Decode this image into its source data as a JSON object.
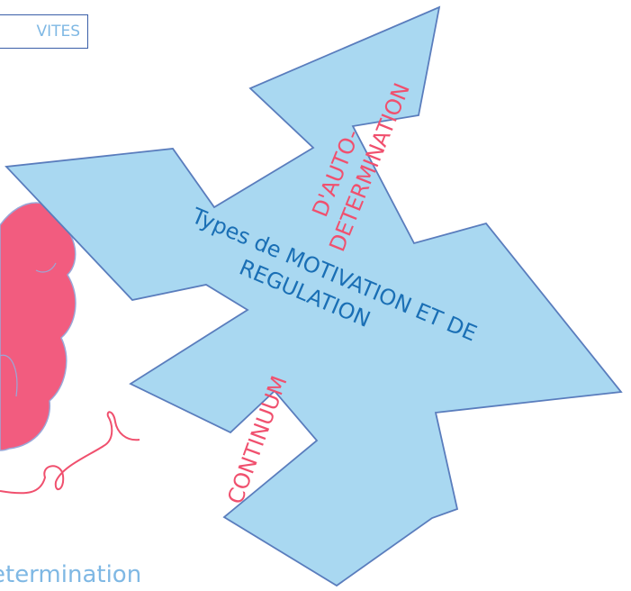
{
  "top_box": {
    "label": "VITES"
  },
  "center_title": {
    "line1": "Types de MOTIVATION ET DE",
    "line2": "REGULATION"
  },
  "upper_right_label": {
    "line1": "D'AUTO-",
    "line2": "DETERMINATION"
  },
  "lower_left_label": {
    "text": "CONTINUUM"
  },
  "bottom_caption": {
    "text": "etermination"
  },
  "colors": {
    "arrow_fill": "#a9d8f1",
    "arrow_stroke": "#5a7dbd",
    "cloud_fill": "#f25c7f",
    "cloud_stroke": "#9aa8d8",
    "accent_red": "#f0506e",
    "title_blue": "#1a6fb5",
    "caption_blue": "#7fb8e4"
  }
}
